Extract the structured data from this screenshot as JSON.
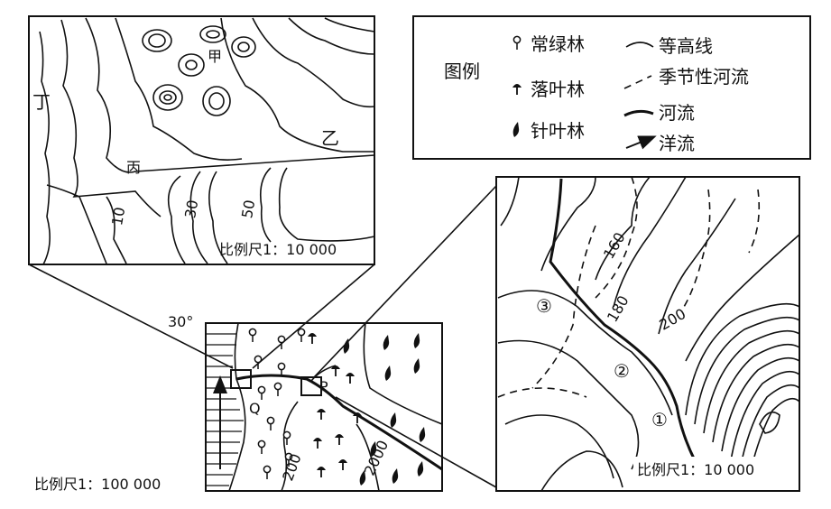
{
  "legend": {
    "title": "图例",
    "items": {
      "evergreen": "常绿林",
      "deciduous": "落叶林",
      "conifer": "针叶林",
      "contour": "等高线",
      "seasonal_river": "季节性河流",
      "river": "河流",
      "current": "洋流"
    }
  },
  "top_left_map": {
    "labels": {
      "jia": "甲",
      "yi": "乙",
      "bing": "丙",
      "ding": "丁"
    },
    "contours": [
      "10",
      "30",
      "50"
    ],
    "scale": "比例尺1：10 000"
  },
  "main_map": {
    "latitude": "30°",
    "labels": {
      "p": "P",
      "q": "Q"
    },
    "contours": [
      "200",
      "2000"
    ],
    "scale": "比例尺1：100 000"
  },
  "right_map": {
    "contours": [
      "160",
      "180",
      "200"
    ],
    "points": [
      "①",
      "②",
      "③"
    ],
    "scale": "比例尺1：10 000"
  },
  "colors": {
    "ink": "#111111",
    "background": "#ffffff"
  }
}
